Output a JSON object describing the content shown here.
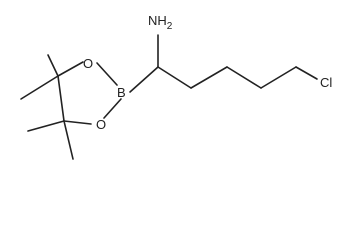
{
  "structure": {
    "labels": {
      "amine": "NH",
      "amine_subscript": "2",
      "boron": "B",
      "oxygen_top": "O",
      "oxygen_bottom": "O",
      "chlorine": "Cl"
    }
  }
}
